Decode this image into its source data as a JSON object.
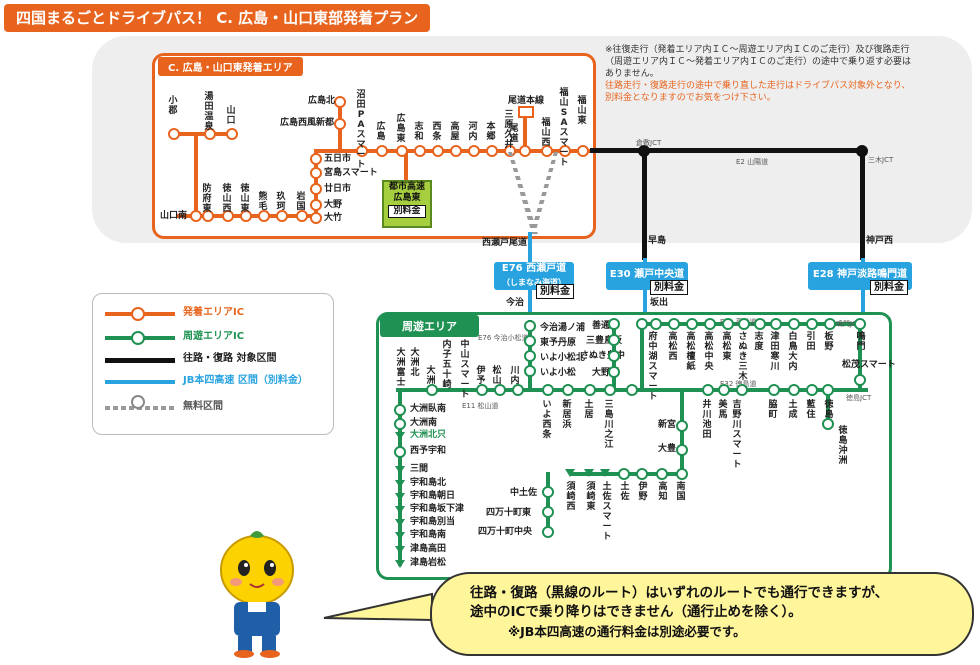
{
  "title": "四国まるごとドライブパス！ C. 広島・山口東部発着プラン",
  "departure_area": {
    "label": "C. 広島・山口東発着エリア",
    "upper_left": [
      "小郡",
      "湯田温泉",
      "山口",
      "山口南"
    ],
    "west_chain": [
      "防府東",
      "徳山西",
      "徳山東",
      "熊毛",
      "玖珂",
      "岩国"
    ],
    "sanyo_left": [
      "五日市",
      "宮島スマート",
      "廿日市",
      "大野",
      "大竹"
    ],
    "hiroshima_north": [
      "広島北",
      "広島西風新都"
    ],
    "sanyo_main": [
      "沼田PAスマート",
      "広島",
      "志和",
      "西条",
      "高屋",
      "河内",
      "本郷",
      "三原久井",
      "尾道",
      "福山西",
      "福山SAスマート",
      "福山東"
    ],
    "onomichi_honsen": "尾道本線",
    "urban_box": [
      "都市高速",
      "広島東",
      "別料金"
    ]
  },
  "note": {
    "main": "※往復走行（発着エリア内ＩＣ～周遊エリア内ＩＣのご走行）及び復路走行（周遊エリア内ＩＣ～発着エリア内ＩＣのご走行）の途中で乗り返す必要はありません。",
    "warning": "往路走行・復路走行の途中で乗り直した走行はドライブパス対象外となり、別料金となりますのでお気をつけ下さい。"
  },
  "connectors": {
    "nishiseto": "西瀬戸尾道",
    "hayashima": "早島",
    "kobenishi": "神戸西",
    "imabari": "今治",
    "sakaide": "坂出",
    "junction_left": "倉敷JCT",
    "junction_right": "三木JCT",
    "e2": "E2 山陽道"
  },
  "jb_routes": [
    {
      "name": "E76 西瀬戸道",
      "sub": "（しまなみ海道）",
      "fee": "別料金"
    },
    {
      "name": "E30 瀬戸中央道",
      "sub": "",
      "fee": "別料金"
    },
    {
      "name": "E28 神戸淡路鳴門道",
      "sub": "",
      "fee": "別料金"
    }
  ],
  "legend": [
    {
      "label": "発着エリアIC",
      "color": "#e8641e"
    },
    {
      "label": "周遊エリアIC",
      "color": "#1f9152"
    },
    {
      "label": "往路・復路 対象区間",
      "color": "#111111"
    },
    {
      "label": "JB本四高速 区間（別料金）",
      "color": "#29a3df"
    },
    {
      "label": "無料区間",
      "color": "#888888"
    }
  ],
  "shikoku_area": {
    "label": "周遊エリア",
    "uwajima_chain": [
      "大洲北只",
      "大洲南",
      "西予宇和",
      "三間",
      "宇和島北",
      "宇和島朝日",
      "宇和島坂下津",
      "宇和島別当",
      "宇和島南",
      "津島高田",
      "津島岩松"
    ],
    "ozu_chain": [
      "大洲富士",
      "大洲北",
      "大洲臥南"
    ],
    "e56_upper": [
      "内子五十崎",
      "中山スマート",
      "大洲",
      "伊予",
      "松山",
      "川内"
    ],
    "imabari_chain": [
      "今治湯ノ浦",
      "東予丹原",
      "いよ小松北",
      "いよ小松"
    ],
    "e11_left": [
      "いよ西条",
      "新居浜",
      "土居",
      "三島川之江"
    ],
    "e32_right_top": [
      "善通寺",
      "三豊鳥坂",
      "さぬき豊中",
      "大野原"
    ],
    "takamatsu": [
      "府中湖スマート",
      "高松西",
      "高松檀紙",
      "高松中央",
      "高松東",
      "さぬき三木",
      "志度",
      "津田寒川",
      "白鳥大内",
      "引田",
      "板野"
    ],
    "naruto": [
      "鳴門",
      "松茂スマート",
      "徳島",
      "徳島沖洲"
    ],
    "kochi_chain": [
      "井川池田",
      "美馬",
      "吉野川スマート",
      "脇町",
      "土成",
      "藍住"
    ],
    "kochi_south": [
      "新宮",
      "大豊",
      "南国",
      "高知",
      "伊野",
      "土佐",
      "須崎東",
      "土佐スマート",
      "須崎西",
      "中土佐",
      "四万十町東",
      "四万十町中央"
    ],
    "roads": [
      "E76 今治小松道",
      "E11 松山道",
      "E11 高松道",
      "E32 徳島道",
      "鳴門JCT",
      "徳島JCT"
    ]
  },
  "bubble": {
    "line1": "往路・復路（黒線のルート）はいずれのルートでも通行できますが、",
    "line2": "途中のICで乗り降りはできません（通行止めを除く）。",
    "line3": "※JB本四高速の通行料金は別途必要です。"
  },
  "colors": {
    "orange": "#e8641e",
    "green": "#1f9152",
    "black": "#111111",
    "blue": "#29a3df",
    "gray": "#888888"
  }
}
